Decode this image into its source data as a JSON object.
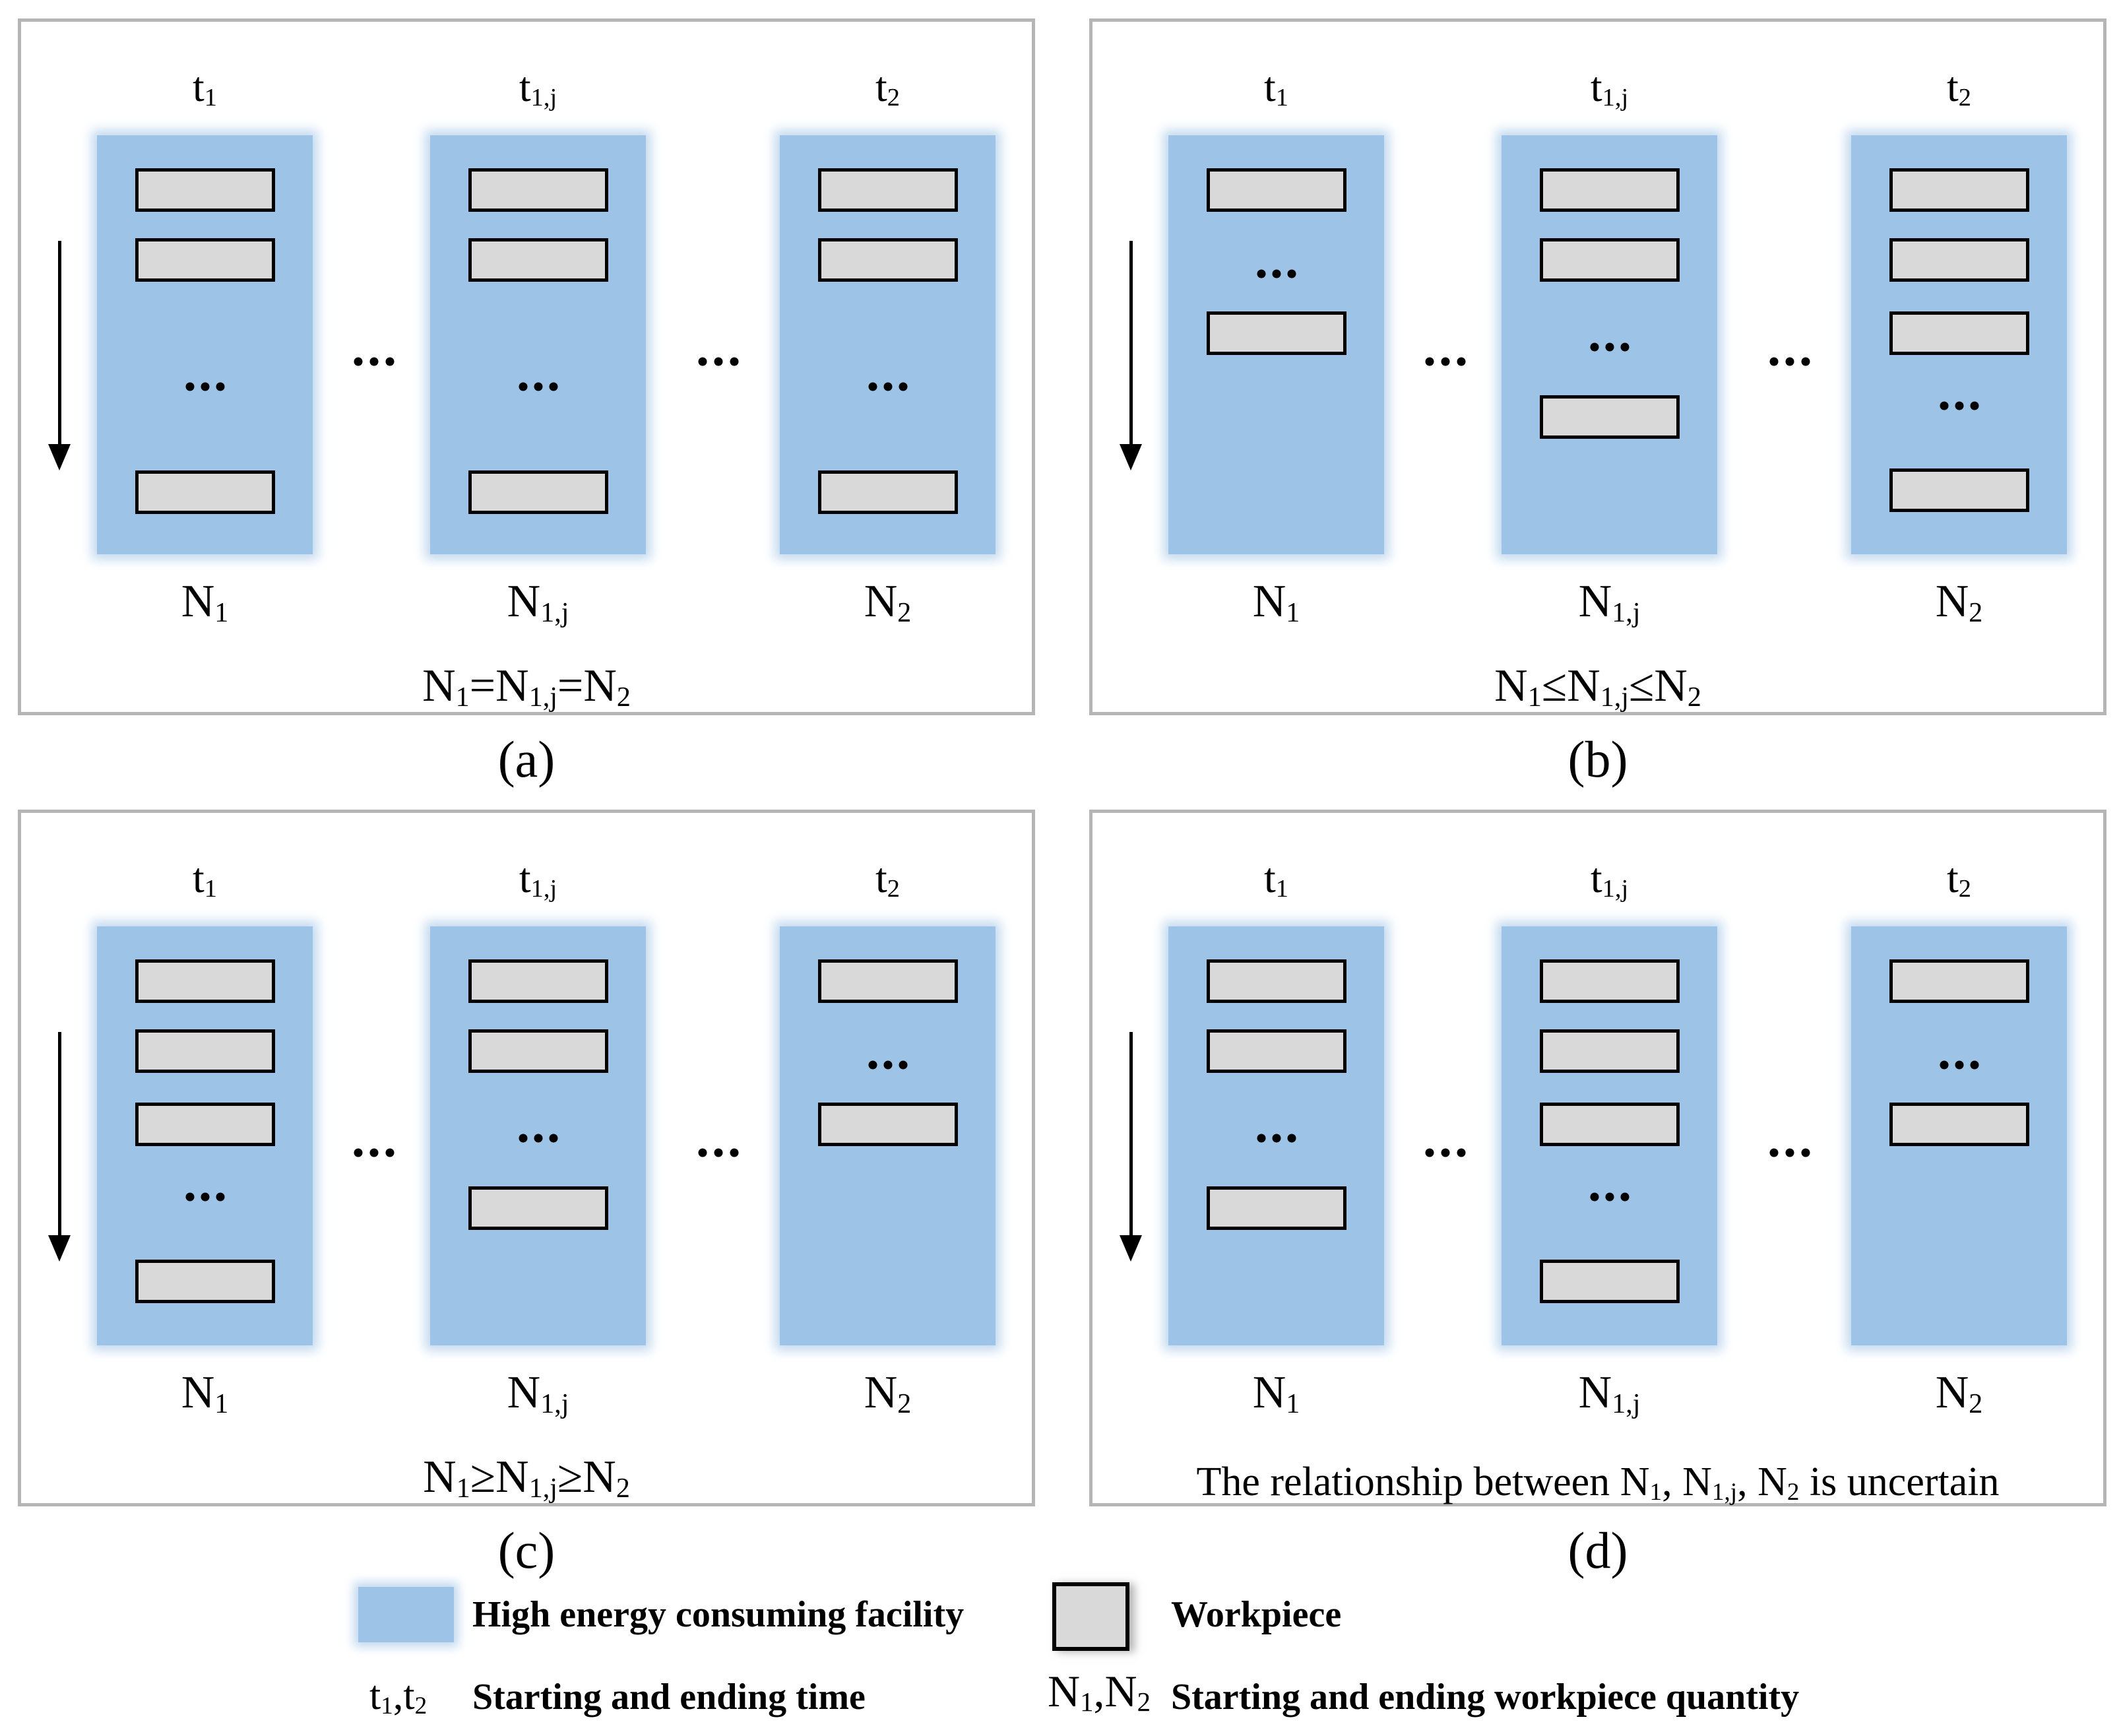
{
  "colors": {
    "facility_blue": "#9dc3e6",
    "workpiece_grey": "#d9d9d9",
    "workpiece_border": "#000000",
    "panel_border_grey": "#b5b5b5",
    "text_black": "#000000"
  },
  "patterns": {
    "P1": [
      {
        "type": "workpiece",
        "top_pct": 7.9
      },
      {
        "type": "workpiece",
        "top_pct": 24.6
      },
      {
        "type": "dots",
        "top_pct": 60
      },
      {
        "type": "workpiece",
        "top_pct": 80
      }
    ],
    "P2": [
      {
        "type": "workpiece",
        "top_pct": 7.9
      },
      {
        "type": "dots",
        "top_pct": 33
      },
      {
        "type": "workpiece",
        "top_pct": 42
      }
    ],
    "P3": [
      {
        "type": "workpiece",
        "top_pct": 7.9
      },
      {
        "type": "workpiece",
        "top_pct": 24.6
      },
      {
        "type": "dots",
        "top_pct": 50.5
      },
      {
        "type": "workpiece",
        "top_pct": 62
      }
    ],
    "P4": [
      {
        "type": "workpiece",
        "top_pct": 7.9
      },
      {
        "type": "workpiece",
        "top_pct": 24.6
      },
      {
        "type": "workpiece",
        "top_pct": 42
      },
      {
        "type": "dots",
        "top_pct": 64.5
      },
      {
        "type": "workpiece",
        "top_pct": 79.6
      }
    ]
  },
  "panels": [
    {
      "letter": "(a)",
      "time_labels": [
        [
          "t",
          "1"
        ],
        [
          "t",
          "1,j"
        ],
        [
          "t",
          "2"
        ]
      ],
      "quantity_labels": [
        [
          "N",
          "1"
        ],
        [
          "N",
          "1,j"
        ],
        [
          "N",
          "2"
        ]
      ],
      "relation": [
        [
          "N",
          "1"
        ],
        "=",
        [
          "N",
          "1,j"
        ],
        "=",
        [
          "N",
          "2"
        ]
      ],
      "columns": [
        "P1",
        "P1",
        "P1"
      ]
    },
    {
      "letter": "(b)",
      "time_labels": [
        [
          "t",
          "1"
        ],
        [
          "t",
          "1,j"
        ],
        [
          "t",
          "2"
        ]
      ],
      "quantity_labels": [
        [
          "N",
          "1"
        ],
        [
          "N",
          "1,j"
        ],
        [
          "N",
          "2"
        ]
      ],
      "relation": [
        [
          "N",
          "1"
        ],
        "≤",
        [
          "N",
          "1,j"
        ],
        "≤",
        [
          "N",
          "2"
        ]
      ],
      "columns": [
        "P2",
        "P3",
        "P4"
      ]
    },
    {
      "letter": "(c)",
      "time_labels": [
        [
          "t",
          "1"
        ],
        [
          "t",
          "1,j"
        ],
        [
          "t",
          "2"
        ]
      ],
      "quantity_labels": [
        [
          "N",
          "1"
        ],
        [
          "N",
          "1,j"
        ],
        [
          "N",
          "2"
        ]
      ],
      "relation": [
        [
          "N",
          "1"
        ],
        "≥",
        [
          "N",
          "1,j"
        ],
        "≥",
        [
          "N",
          "2"
        ]
      ],
      "columns": [
        "P4",
        "P3",
        "P2"
      ]
    },
    {
      "letter": "(d)",
      "time_labels": [
        [
          "t",
          "1"
        ],
        [
          "t",
          "1,j"
        ],
        [
          "t",
          "2"
        ]
      ],
      "quantity_labels": [
        [
          "N",
          "1"
        ],
        [
          "N",
          "1,j"
        ],
        [
          "N",
          "2"
        ]
      ],
      "relation": [
        "The relationship between ",
        [
          "N",
          "1"
        ],
        ", ",
        [
          "N",
          "1,j"
        ],
        ", ",
        [
          "N",
          "2"
        ],
        " is uncertain"
      ],
      "columns": [
        "P3",
        "P4",
        "P2"
      ]
    }
  ],
  "legend": {
    "facility_label": "High energy consuming facility",
    "workpiece_label": "Workpiece",
    "time_symbol": [
      [
        "t",
        "1"
      ],
      ",",
      [
        "t",
        "2"
      ]
    ],
    "time_label": "Starting and ending time",
    "quantity_symbol": [
      [
        "N",
        "1"
      ],
      ",",
      [
        "N",
        "2"
      ]
    ],
    "quantity_label": "Starting and ending workpiece quantity"
  }
}
